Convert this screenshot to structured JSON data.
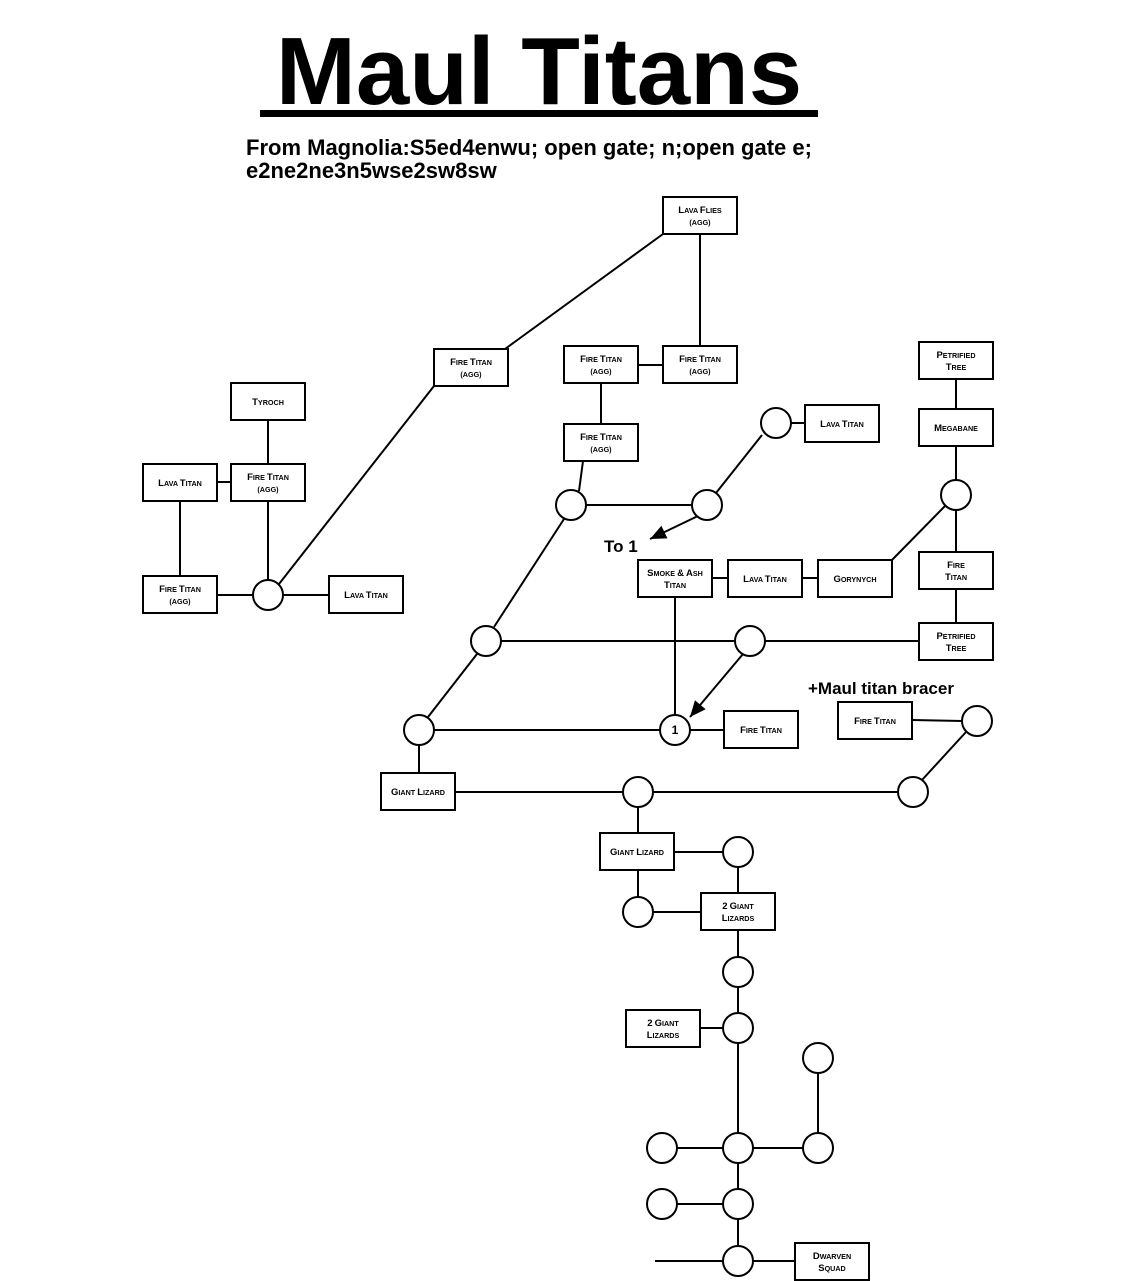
{
  "title": "Maul Titans",
  "directions": [
    "From Magnolia:S5ed4enwu; open gate; n;open gate e;",
    "e2ne2ne3n5wse2sw8sw"
  ],
  "notes": {
    "to_one": "To 1",
    "bracer": "+Maul titan bracer",
    "room_one": "1"
  },
  "boxes": [
    {
      "id": "lava-flies",
      "lines": [
        "Lava Flies",
        "(AGG)"
      ]
    },
    {
      "id": "fire-titan-top-left",
      "lines": [
        "Fire Titan",
        "(AGG)"
      ]
    },
    {
      "id": "fire-titan-top-mid",
      "lines": [
        "Fire Titan",
        "(AGG)"
      ]
    },
    {
      "id": "fire-titan-top-right",
      "lines": [
        "Fire Titan",
        "(AGG)"
      ]
    },
    {
      "id": "fire-titan-mid",
      "lines": [
        "Fire Titan",
        "(AGG)"
      ]
    },
    {
      "id": "tyroch",
      "lines": [
        "Tyroch"
      ]
    },
    {
      "id": "lava-titan-left",
      "lines": [
        "Lava Titan"
      ]
    },
    {
      "id": "fire-titan-left",
      "lines": [
        "Fire Titan",
        "(AGG)"
      ]
    },
    {
      "id": "fire-titan-bottom-left",
      "lines": [
        "Fire Titan",
        "(AGG)"
      ]
    },
    {
      "id": "lava-titan-left-bottom",
      "lines": [
        "Lava Titan"
      ]
    },
    {
      "id": "lava-titan-upper-right",
      "lines": [
        "Lava Titan"
      ]
    },
    {
      "id": "petrified-tree-top",
      "lines": [
        "Petrified",
        "Tree"
      ]
    },
    {
      "id": "megabane",
      "lines": [
        "Megabane"
      ]
    },
    {
      "id": "smoke-ash-titan",
      "lines": [
        "Smoke & Ash",
        "Titan"
      ]
    },
    {
      "id": "lava-titan-mid",
      "lines": [
        "Lava Titan"
      ]
    },
    {
      "id": "gorynych",
      "lines": [
        "Gorynych"
      ]
    },
    {
      "id": "fire-titan-right",
      "lines": [
        "Fire",
        "Titan"
      ]
    },
    {
      "id": "petrified-tree-bottom",
      "lines": [
        "Petrified",
        "Tree"
      ]
    },
    {
      "id": "fire-titan-room-one",
      "lines": [
        "Fire Titan"
      ]
    },
    {
      "id": "fire-titan-bracer",
      "lines": [
        "Fire Titan"
      ]
    },
    {
      "id": "giant-lizard-left",
      "lines": [
        "Giant Lizard"
      ]
    },
    {
      "id": "giant-lizard-mid",
      "lines": [
        "Giant Lizard"
      ]
    },
    {
      "id": "two-giant-lizards-a",
      "lines": [
        "2 Giant",
        "Lizards"
      ]
    },
    {
      "id": "two-giant-lizards-b",
      "lines": [
        "2 Giant",
        "Lizards"
      ]
    },
    {
      "id": "dwarven-squad",
      "lines": [
        "Dwarven",
        "Squad"
      ]
    }
  ]
}
